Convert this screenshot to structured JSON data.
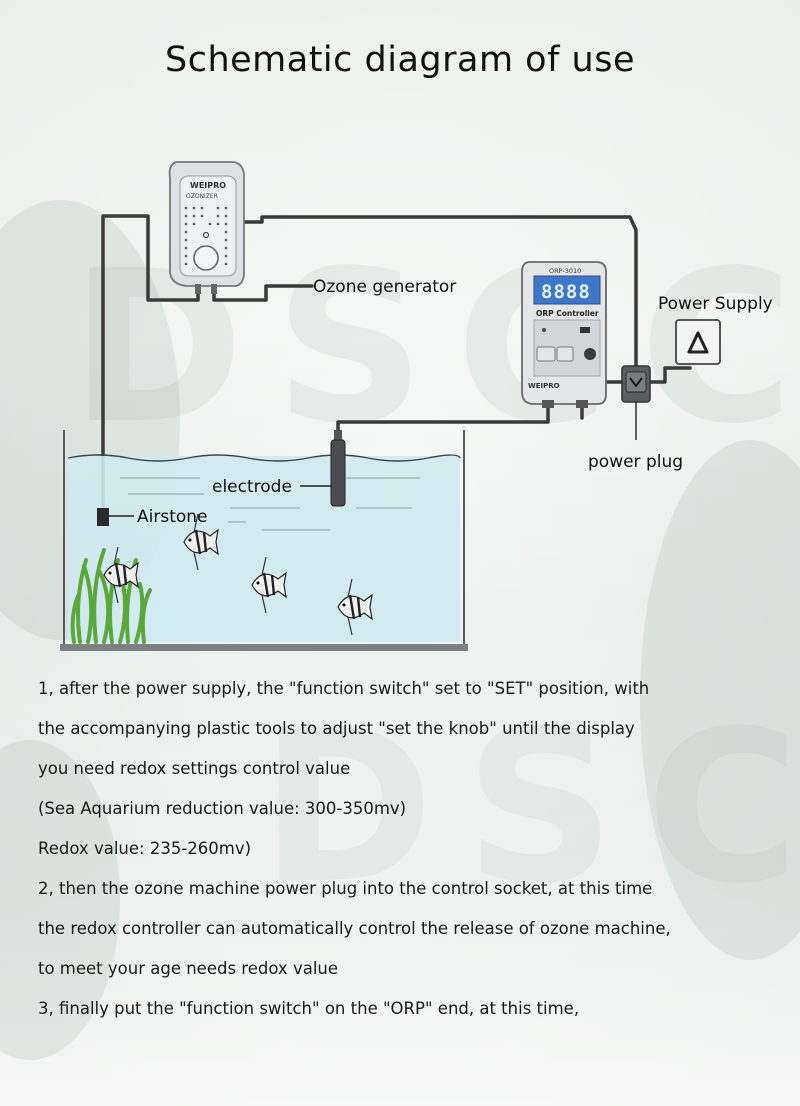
{
  "title": "Schematic diagram of use",
  "labels": {
    "ozone_generator": "Ozone generator",
    "power_supply": "Power Supply",
    "power_plug": "power plug",
    "electrode": "electrode",
    "airstone": "Airstone"
  },
  "device_text": {
    "ozonizer_brand": "WEIPRO",
    "ozonizer_name": "OZONIZER",
    "controller_model": "ORP-3010",
    "controller_display": "8888",
    "controller_name": "ORP Controller",
    "controller_brand": "WEIPRO"
  },
  "watermark": "DSCC",
  "instructions": [
    "1, after the power supply, the \"function switch\" set to \"SET\" position, with",
    "the accompanying plastic tools to adjust \"set the knob\" until the display",
    "you need redox settings control value",
    "(Sea Aquarium reduction value: 300-350mv)",
    "Redox value: 235-260mv)",
    "2, then the ozone machine power plug into the control socket, at this time",
    "the redox controller can automatically control the release of ozone machine,",
    "to meet your age needs redox value",
    "3, finally put the \"function switch\" on the \"ORP\" end, at this time,"
  ],
  "colors": {
    "wire": "#3a3a3a",
    "water": "#cfeaf0",
    "plant": "#5aa83a",
    "ozonizer_body": "#d9dcde",
    "controller_display": "#3d77c9"
  }
}
